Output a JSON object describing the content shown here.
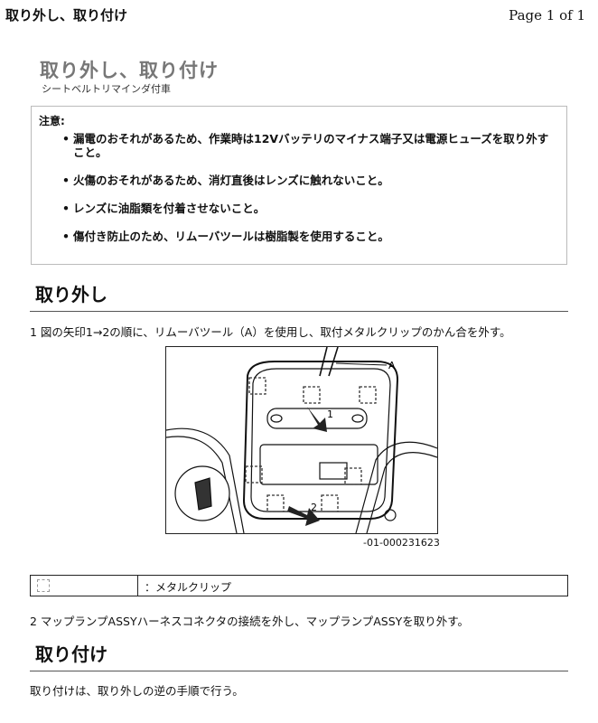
{
  "header": {
    "title": "取り外し、取り付け",
    "page": "Page 1 of 1"
  },
  "doc": {
    "title": "取り外し、取り付け",
    "subtitle": "シートベルトリマインダ付車"
  },
  "caution": {
    "label": "注意:",
    "items": [
      "漏電のおそれがあるため、作業時は12Vバッテリのマイナス端子又は電源ヒューズを取り外すこと。",
      "火傷のおそれがあるため、消灯直後はレンズに触れないこと。",
      "レンズに油脂類を付着させないこと。",
      "傷付き防止のため、リムーバツールは樹脂製を使用すること。"
    ]
  },
  "removal": {
    "heading": "取り外し",
    "step1": "1 図の矢印1→2の順に、リムーバツール（A）を使用し、取付メタルクリップのかん合を外す。",
    "figure": {
      "label_a": "A",
      "arrow1": "1",
      "arrow2": "2",
      "code": "-01-000231623"
    },
    "legend_text": "：メタルクリップ",
    "step2": "2 マップランプASSYハーネスコネクタの接続を外し、マップランプASSYを取り外す。"
  },
  "installation": {
    "heading": "取り付け",
    "text": "取り付けは、取り外しの逆の手順で行う。"
  }
}
